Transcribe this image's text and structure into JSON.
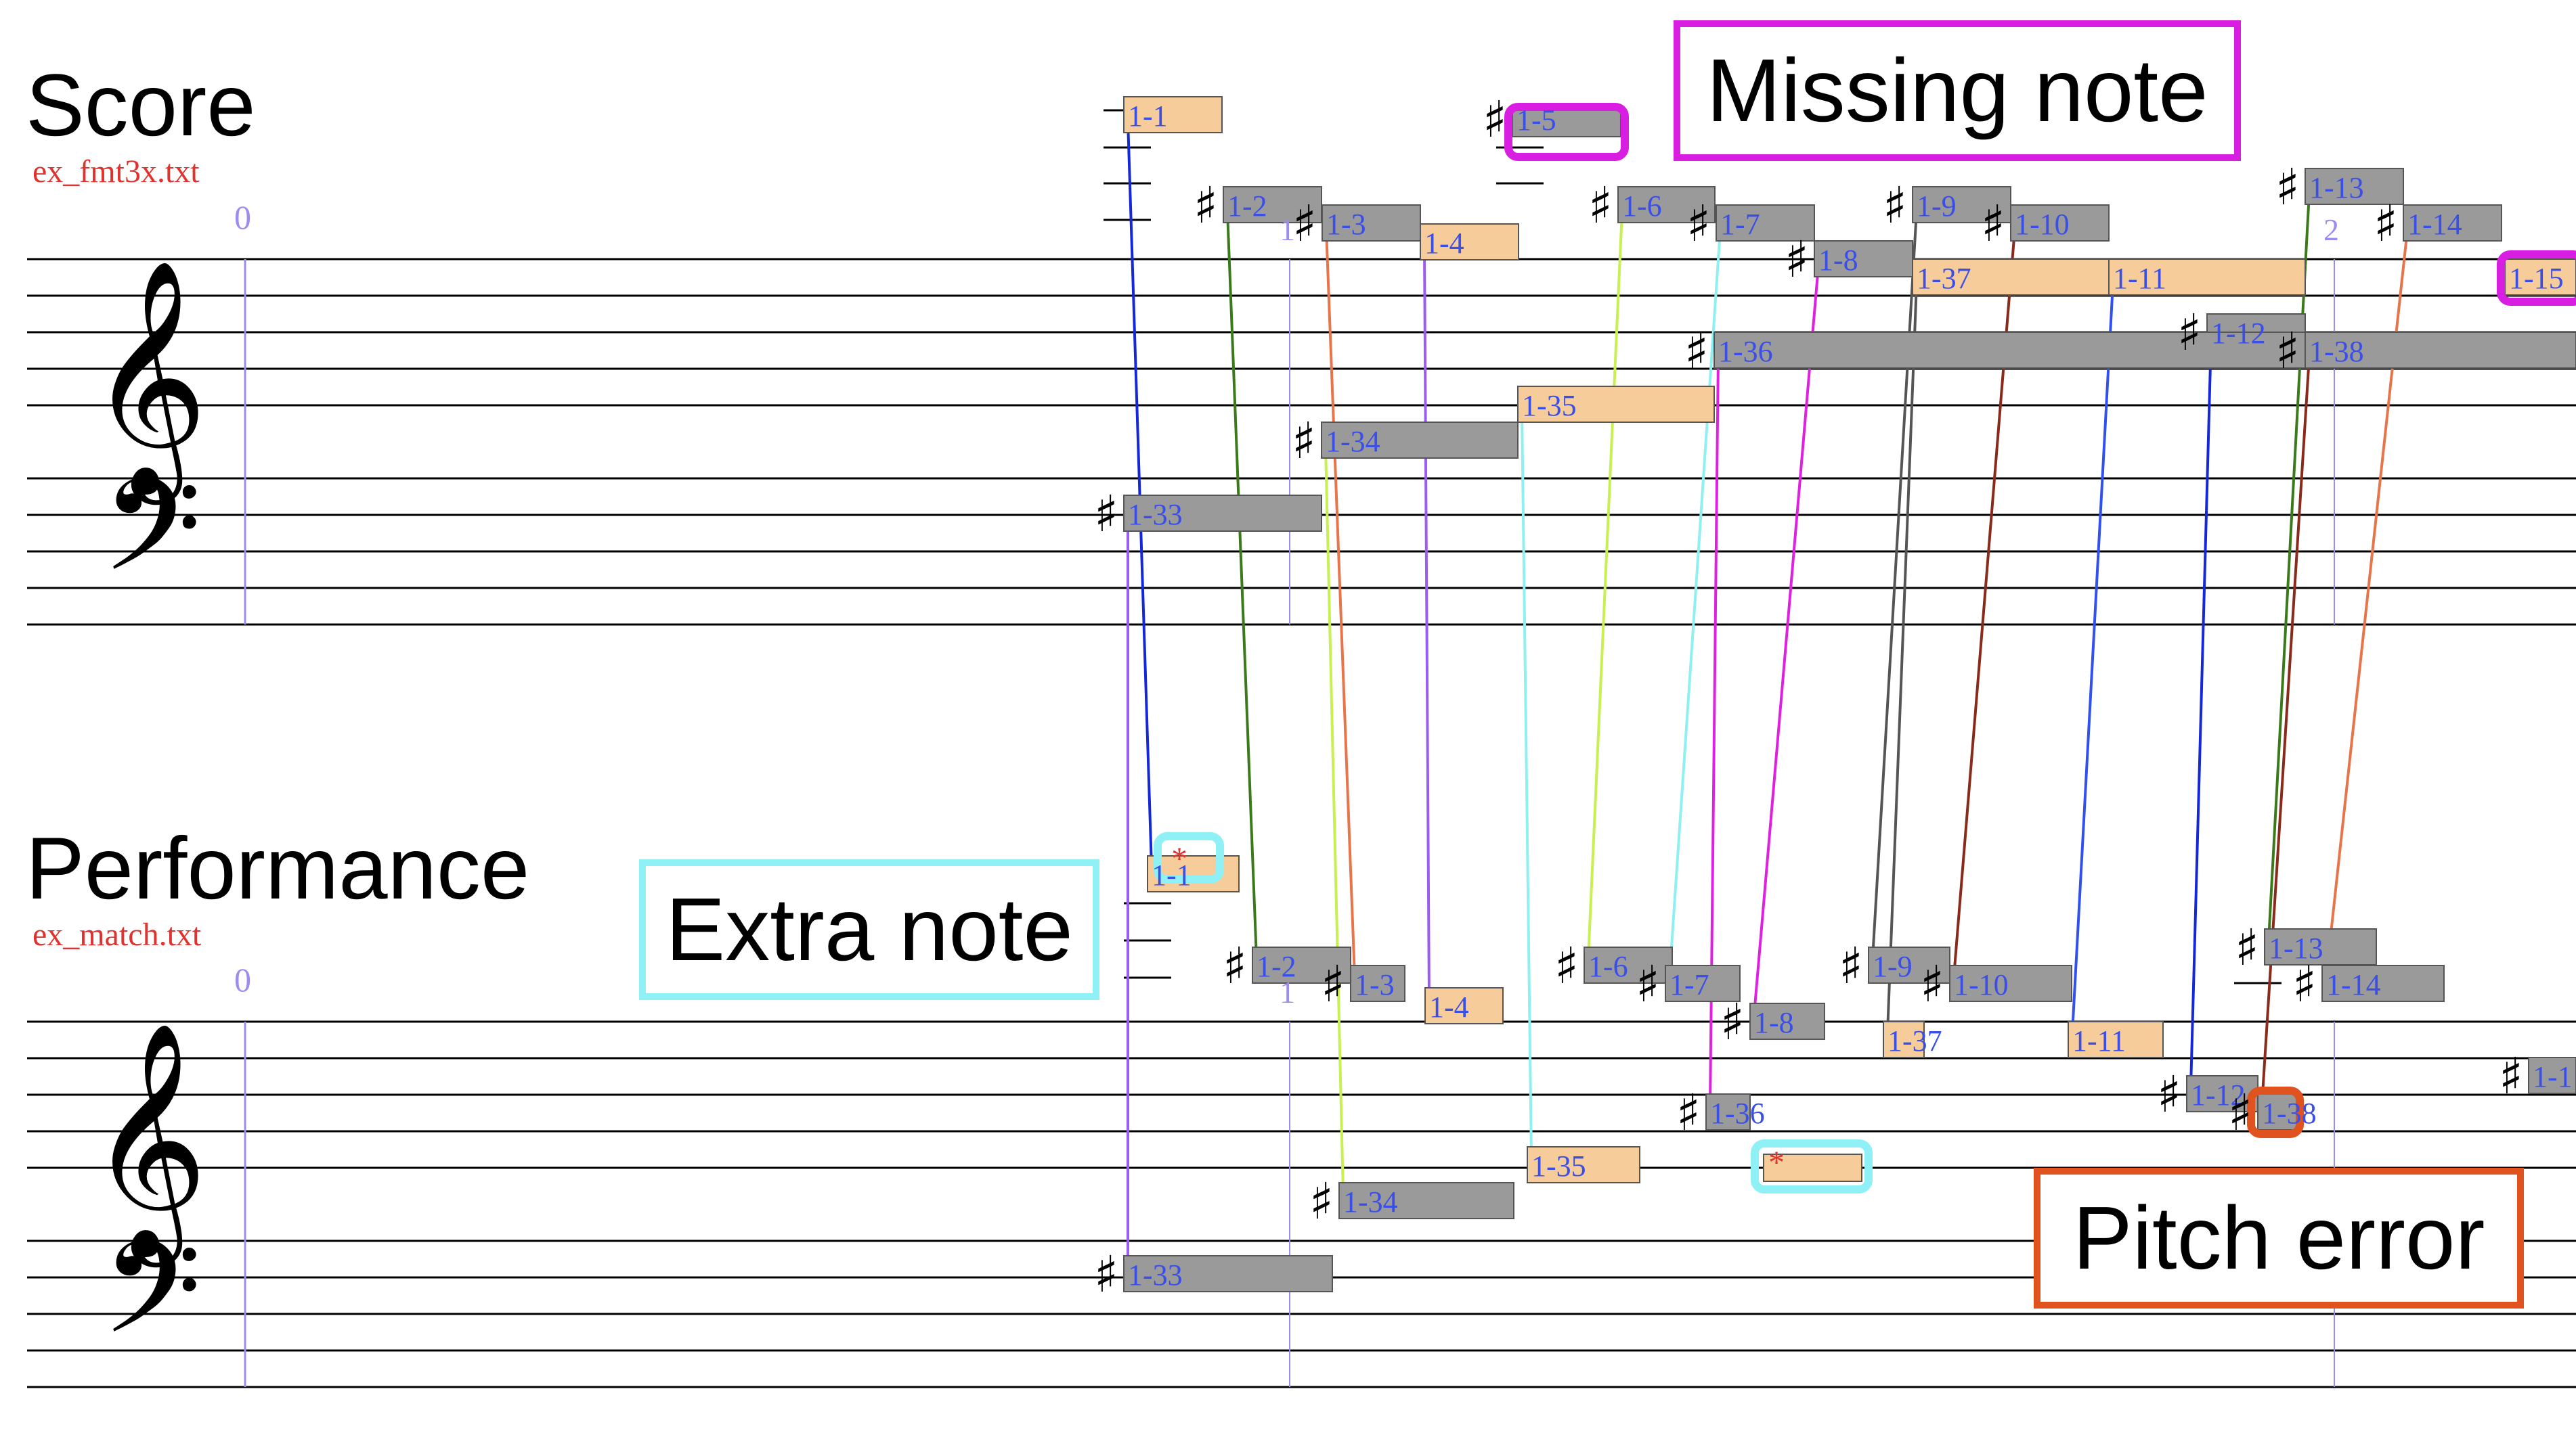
{
  "score": {
    "title": "Score",
    "file": "ex_fmt3x.txt",
    "time_zero": "0",
    "extra_labels": [
      "1",
      "2"
    ],
    "notes": [
      {
        "id": "1-1",
        "color": "orange",
        "sharp": false
      },
      {
        "id": "1-2",
        "color": "gray",
        "sharp": true
      },
      {
        "id": "1-3",
        "color": "gray",
        "sharp": true
      },
      {
        "id": "1-4",
        "color": "orange",
        "sharp": false
      },
      {
        "id": "1-5",
        "color": "gray",
        "sharp": true,
        "status": "missing"
      },
      {
        "id": "1-6",
        "color": "gray",
        "sharp": true
      },
      {
        "id": "1-7",
        "color": "gray",
        "sharp": true
      },
      {
        "id": "1-8",
        "color": "gray",
        "sharp": true
      },
      {
        "id": "1-9",
        "color": "gray",
        "sharp": true
      },
      {
        "id": "1-10",
        "color": "gray",
        "sharp": true
      },
      {
        "id": "1-11",
        "color": "orange",
        "sharp": false
      },
      {
        "id": "1-12",
        "color": "gray",
        "sharp": true
      },
      {
        "id": "1-13",
        "color": "gray",
        "sharp": true
      },
      {
        "id": "1-14",
        "color": "gray",
        "sharp": true
      },
      {
        "id": "1-15",
        "color": "orange",
        "sharp": false,
        "status": "missing"
      },
      {
        "id": "1-33",
        "color": "gray",
        "sharp": true
      },
      {
        "id": "1-34",
        "color": "gray",
        "sharp": true
      },
      {
        "id": "1-35",
        "color": "orange",
        "sharp": false
      },
      {
        "id": "1-36",
        "color": "gray",
        "sharp": true
      },
      {
        "id": "1-37",
        "color": "orange",
        "sharp": false
      },
      {
        "id": "1-38",
        "color": "gray",
        "sharp": true
      }
    ]
  },
  "performance": {
    "title": "Performance",
    "file": "ex_match.txt",
    "time_zero": "0",
    "extra_labels": [
      "1"
    ],
    "notes": [
      {
        "id": "1-1",
        "color": "orange",
        "sharp": false,
        "extra": true
      },
      {
        "id": "1-2",
        "color": "gray",
        "sharp": true
      },
      {
        "id": "1-3",
        "color": "gray",
        "sharp": true
      },
      {
        "id": "1-4",
        "color": "orange",
        "sharp": false
      },
      {
        "id": "1-6",
        "color": "gray",
        "sharp": true
      },
      {
        "id": "1-7",
        "color": "gray",
        "sharp": true
      },
      {
        "id": "1-8",
        "color": "gray",
        "sharp": true
      },
      {
        "id": "1-9",
        "color": "gray",
        "sharp": true
      },
      {
        "id": "1-10",
        "color": "gray",
        "sharp": true
      },
      {
        "id": "1-11",
        "color": "orange",
        "sharp": false
      },
      {
        "id": "1-12",
        "color": "gray",
        "sharp": true
      },
      {
        "id": "1-13",
        "color": "gray",
        "sharp": true
      },
      {
        "id": "1-14",
        "color": "gray",
        "sharp": true
      },
      {
        "id": "1-1",
        "color": "gray",
        "sharp": true,
        "note": "cut off at right edge"
      },
      {
        "id": "1-33",
        "color": "gray",
        "sharp": true
      },
      {
        "id": "1-34",
        "color": "gray",
        "sharp": true
      },
      {
        "id": "1-35",
        "color": "orange",
        "sharp": false
      },
      {
        "id": "1-36",
        "color": "gray",
        "sharp": true
      },
      {
        "id": "1-37",
        "color": "orange",
        "sharp": false
      },
      {
        "id": "1-38",
        "color": "gray",
        "sharp": true,
        "status": "pitch-error"
      },
      {
        "id": "",
        "color": "orange",
        "sharp": false,
        "extra": true
      }
    ]
  },
  "callouts": {
    "missing_note": "Missing note",
    "extra_note": "Extra note",
    "pitch_error": "Pitch error"
  },
  "colors": {
    "staff": "#000000",
    "time_marker": "#9b8cf0",
    "note_gray": "#9a9a9a",
    "note_orange": "#f5cc9a",
    "note_label": "#3a4ee8",
    "file_name": "#e0332f",
    "missing_highlight": "#d81ee0",
    "extra_highlight": "#8ff0f5",
    "pitch_error_highlight": "#e0521e",
    "extra_marker": "#e0332f"
  },
  "match_line_colors": [
    "#1428d8",
    "#3a7a1a",
    "#e8744a",
    "#9b5cf0",
    "#c8f050",
    "#8ef0f0",
    "#e020e0",
    "#555555",
    "#8a2a1a",
    "#3050f0"
  ]
}
